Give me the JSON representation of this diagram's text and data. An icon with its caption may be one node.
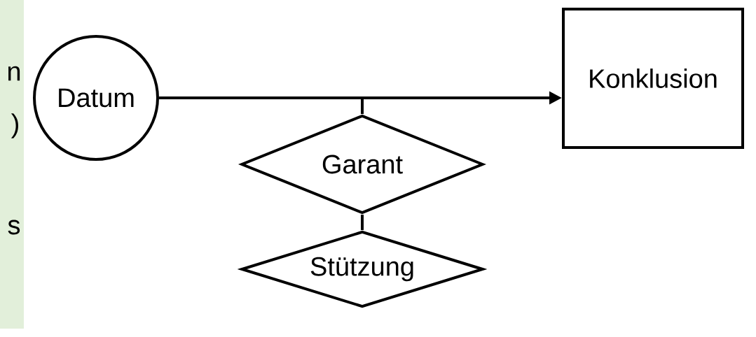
{
  "diagram": {
    "nodes": [
      {
        "text": [
          "Datum"
        ]
      },
      {
        "text": [
          "Konklusion"
        ]
      },
      {
        "text": [
          "Garant"
        ]
      },
      {
        "text": [
          "Stützung"
        ]
      }
    ],
    "edges": [
      {
        "from": 0,
        "to": 1,
        "arrow": "to"
      },
      {
        "from": 2,
        "to": null,
        "arrow": "none"
      },
      {
        "from": 3,
        "to": 2,
        "arrow": "none"
      }
    ],
    "labels": [
      "n",
      ")",
      "s"
    ]
  }
}
